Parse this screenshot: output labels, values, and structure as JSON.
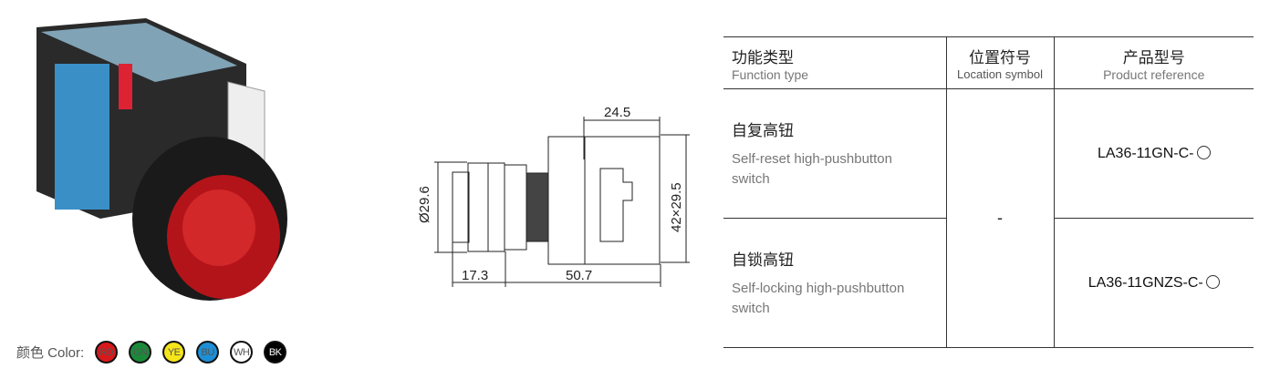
{
  "colors": {
    "label": "颜色 Color:",
    "items": [
      {
        "code": "RD",
        "bg": "#d7191c",
        "fg": "#222"
      },
      {
        "code": "GN",
        "bg": "#1a8a3a",
        "fg": "#222"
      },
      {
        "code": "YE",
        "bg": "#f5e51a",
        "fg": "#222"
      },
      {
        "code": "BU",
        "bg": "#1d8fd6",
        "fg": "#222"
      },
      {
        "code": "WH",
        "bg": "#ffffff",
        "fg": "#222"
      },
      {
        "code": "BK",
        "bg": "#000000",
        "fg": "#fff"
      }
    ]
  },
  "drawing": {
    "top_width": "24.5",
    "diameter": "Ø29.6",
    "height": "42×29.5",
    "front_len": "17.3",
    "total_len": "50.7"
  },
  "table": {
    "headers": [
      {
        "cn": "功能类型",
        "en": "Function type"
      },
      {
        "cn": "位置符号",
        "en": "Location symbol"
      },
      {
        "cn": "产品型号",
        "en": "Product reference"
      }
    ],
    "location": "-",
    "rows": [
      {
        "cn": "自复高钮",
        "en1": "Self-reset high-pushbutton",
        "en2": "switch",
        "ref": "LA36-11GN-C-"
      },
      {
        "cn": "自锁高钮",
        "en1": "Self-locking high-pushbutton",
        "en2": "switch",
        "ref": "LA36-11GNZS-C-"
      }
    ]
  }
}
